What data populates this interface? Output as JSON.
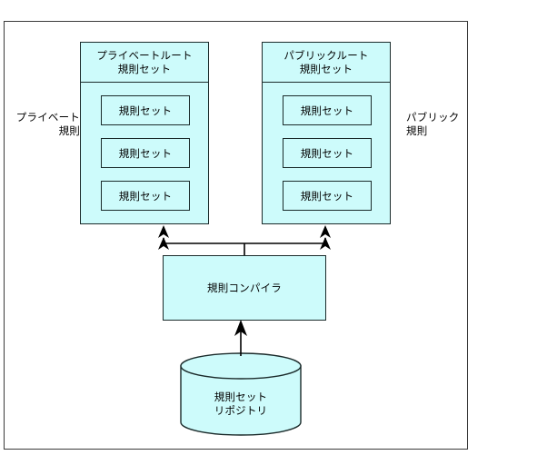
{
  "diagram": {
    "title_text_absent": "",
    "colors": {
      "box_fill": "#cdfbfb",
      "box_stroke": "#1b2b2b",
      "frame_stroke": "#3a3a3a",
      "background": "#ffffff",
      "text": "#000000"
    },
    "side_labels": {
      "left": "プライベート\n規則",
      "right": "パブリック\n規則"
    },
    "groups": [
      {
        "id": "private-route-rule-set",
        "header": "プライベートルート\n規則セット",
        "items": [
          {
            "label": "規則セット"
          },
          {
            "label": "規則セット"
          },
          {
            "label": "規則セット"
          }
        ]
      },
      {
        "id": "public-route-rule-set",
        "header": "パブリックルート\n規則セット",
        "items": [
          {
            "label": "規則セット"
          },
          {
            "label": "規則セット"
          },
          {
            "label": "規則セット"
          }
        ]
      }
    ],
    "compiler": {
      "label": "規則コンパイラ"
    },
    "repository": {
      "label": "規則セット\nリポジトリ"
    },
    "connections": [
      {
        "from": "compiler",
        "to": "private-route-rule-set",
        "arrow": "double-chevron-up"
      },
      {
        "from": "compiler",
        "to": "public-route-rule-set",
        "arrow": "double-chevron-up"
      },
      {
        "from": "repository",
        "to": "compiler",
        "arrow": "single-up"
      }
    ]
  }
}
